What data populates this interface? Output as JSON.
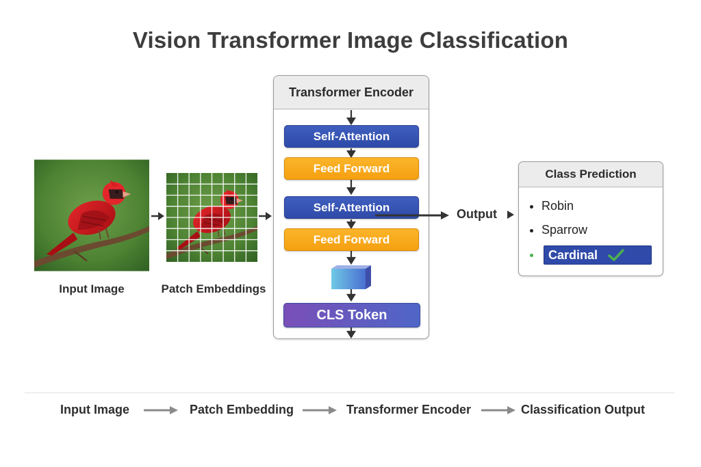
{
  "title": "Vision Transformer Image Classification",
  "input": {
    "caption": "Input Image"
  },
  "patches": {
    "caption": "Patch Embeddings",
    "grid": "8x8"
  },
  "encoder": {
    "title": "Transformer Encoder",
    "blocks": [
      "Self-Attention",
      "Feed Forward",
      "Self-Attention",
      "Feed Forward"
    ],
    "cls_token": "CLS Token"
  },
  "output_label": "Output",
  "prediction": {
    "title": "Class Prediction",
    "classes": [
      "Robin",
      "Sparrow",
      "Cardinal"
    ],
    "selected": "Cardinal"
  },
  "pipeline": [
    "Input Image",
    "Patch Embedding",
    "Transformer Encoder",
    "Classification Output"
  ],
  "colors": {
    "attention": "#2f4aa8",
    "feed_forward": "#f5a011",
    "cls_start": "#7a4fb8",
    "cls_end": "#4e66c7",
    "check": "#4caf50",
    "bird": "#c8181c",
    "background_green": "#3f7a2c"
  }
}
